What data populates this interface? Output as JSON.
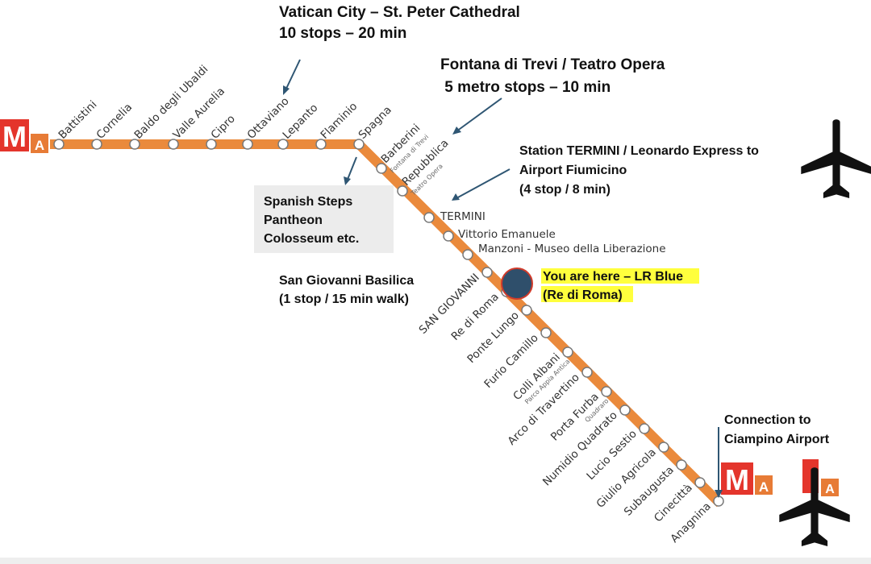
{
  "map_title_notes": {
    "vatican": [
      "Vatican City – St. Peter Cathedral",
      "10 stops – 20 min"
    ],
    "trevi": [
      "Fontana di Trevi / Teatro Opera",
      " 5 metro stops – 10 min"
    ],
    "termini": [
      "Station TERMINI / Leonardo Express to",
      "Airport Fiumicino",
      "(4 stop / 8 min)"
    ],
    "spanish": [
      "Spanish Steps",
      "Pantheon",
      "Colosseum etc."
    ],
    "sangiovanni": [
      "San Giovanni Basilica",
      "(1 stop / 15 min walk)"
    ],
    "here": [
      "You are here – LR Blue",
      "(Re di Roma)"
    ],
    "ciampino": [
      "Connection to",
      "Ciampino Airport"
    ]
  },
  "logo": {
    "m": "M",
    "a": "A"
  },
  "colors": {
    "line": "#ea8a3c",
    "logo_red": "#e4352c",
    "logo_orange": "#e77b36",
    "here_dot": "#2f4f6b",
    "highlight": "#ffff3d"
  },
  "icons": [
    "airplane-icon",
    "metro-logo-icon"
  ],
  "stations": [
    {
      "name": "Battistini"
    },
    {
      "name": "Cornelia"
    },
    {
      "name": "Baldo degli Ubaldi"
    },
    {
      "name": "Valle Aurelia"
    },
    {
      "name": "Cipro"
    },
    {
      "name": "Ottaviano"
    },
    {
      "name": "Lepanto"
    },
    {
      "name": "Flaminio"
    },
    {
      "name": "Spagna"
    },
    {
      "name": "Barberini",
      "sub": "Fontana di Trevi"
    },
    {
      "name": "Repubblica",
      "sub": "Teatro Opera"
    },
    {
      "name": "TERMINI"
    },
    {
      "name": "Vittorio Emanuele"
    },
    {
      "name": "Manzoni - Museo della Liberazione"
    },
    {
      "name": "SAN GIOVANNI"
    },
    {
      "name": "Re di Roma"
    },
    {
      "name": "Ponte Lungo"
    },
    {
      "name": "Furio Camillo"
    },
    {
      "name": "Colli Albani",
      "sub": "Parco Appia Antica"
    },
    {
      "name": "Arco di Travertino"
    },
    {
      "name": "Porta Furba",
      "sub": "Quadraro"
    },
    {
      "name": "Numidio Quadrato"
    },
    {
      "name": "Lucio Sestio"
    },
    {
      "name": "Giulio Agricola"
    },
    {
      "name": "Subaugusta"
    },
    {
      "name": "Cinecittà"
    },
    {
      "name": "Anagnina"
    }
  ]
}
